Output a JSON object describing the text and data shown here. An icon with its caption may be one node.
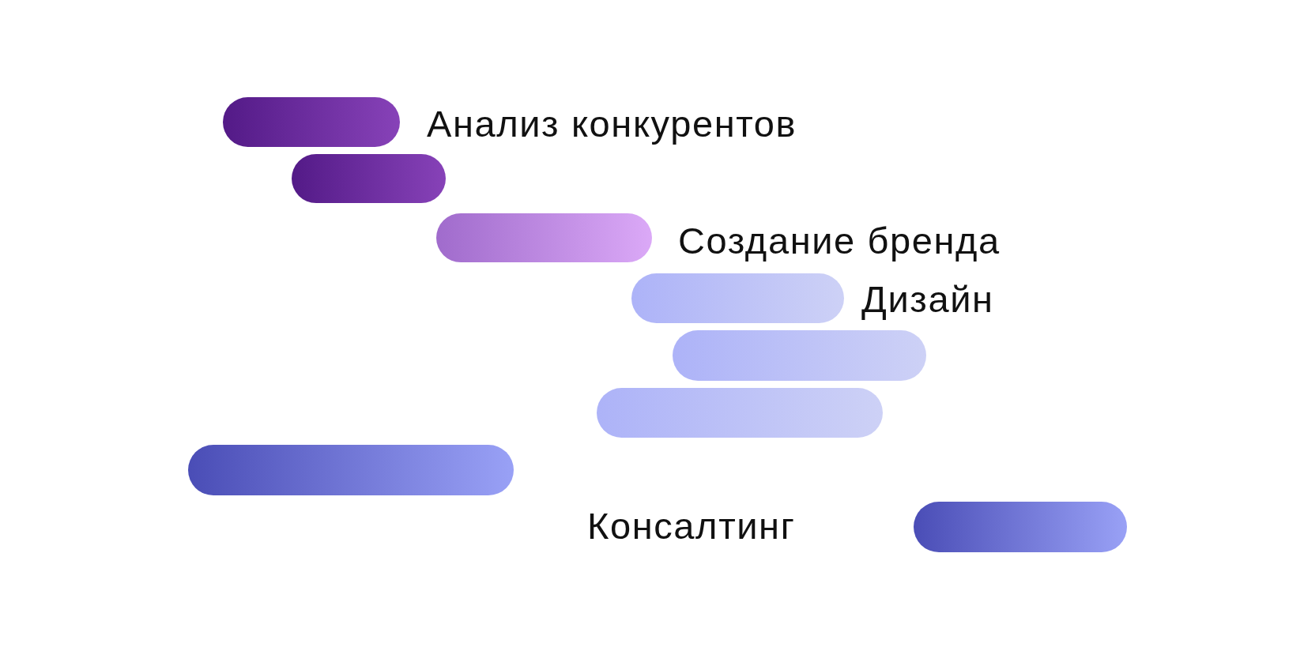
{
  "diagram": {
    "nodes": [
      {
        "text": [],
        "shape": "bar",
        "beside": [
          "Анализ конкурентов"
        ]
      },
      {
        "text": [],
        "shape": "bar"
      },
      {
        "text": [],
        "shape": "bar",
        "beside": [
          "Создание бренда"
        ]
      },
      {
        "text": [],
        "shape": "bar",
        "beside": [
          "Дизайн"
        ]
      },
      {
        "text": [],
        "shape": "bar"
      },
      {
        "text": [],
        "shape": "bar"
      },
      {
        "text": [],
        "shape": "bar"
      },
      {
        "text": [],
        "shape": "bar"
      }
    ],
    "labels": [
      "Консалтинг"
    ]
  }
}
